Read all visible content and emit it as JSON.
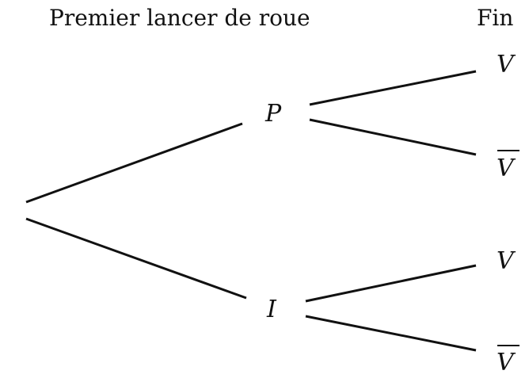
{
  "headers": {
    "first_stage": "Premier lancer de roue",
    "end_stage": "Fin"
  },
  "nodes": {
    "level1": [
      {
        "label": "P"
      },
      {
        "label": "I"
      }
    ],
    "level2": [
      {
        "label": "V",
        "negated": false
      },
      {
        "label": "V",
        "negated": true
      },
      {
        "label": "V",
        "negated": false
      },
      {
        "label": "V",
        "negated": true
      }
    ]
  }
}
